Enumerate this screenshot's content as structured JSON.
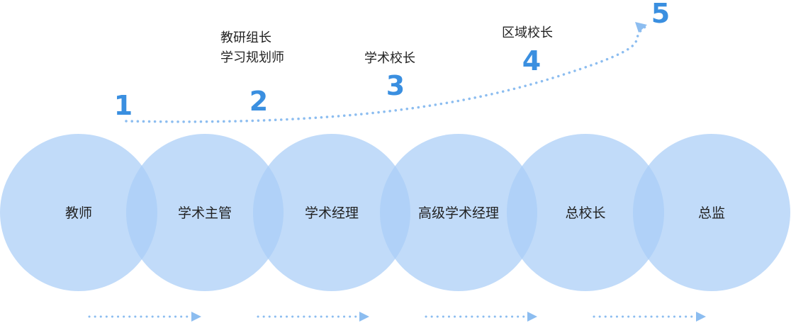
{
  "colors": {
    "circle_fill": "#a9cdf7",
    "circle_opacity": 0.72,
    "label_text": "#222222",
    "number_text": "#3a8fe0",
    "dotted_line": "#8cbdf0",
    "arrow_head": "#8cbdf0"
  },
  "stages": [
    {
      "label": "教师"
    },
    {
      "label": "学术主管"
    },
    {
      "label": "学术经理"
    },
    {
      "label": "高级学术经理"
    },
    {
      "label": "总校长"
    },
    {
      "label": "总监"
    }
  ],
  "milestones": [
    {
      "number": "1",
      "title_lines": []
    },
    {
      "number": "2",
      "title_lines": [
        "教研组长",
        "学习规划师"
      ]
    },
    {
      "number": "3",
      "title_lines": [
        "学术校长"
      ]
    },
    {
      "number": "4",
      "title_lines": [
        "区域校长"
      ]
    },
    {
      "number": "5",
      "title_lines": []
    }
  ],
  "arrows": {
    "count": 4,
    "direction": "right",
    "style": "dotted"
  },
  "growth_curve": {
    "style": "dotted",
    "direction": "up-right",
    "arrow_head": "triangle"
  }
}
